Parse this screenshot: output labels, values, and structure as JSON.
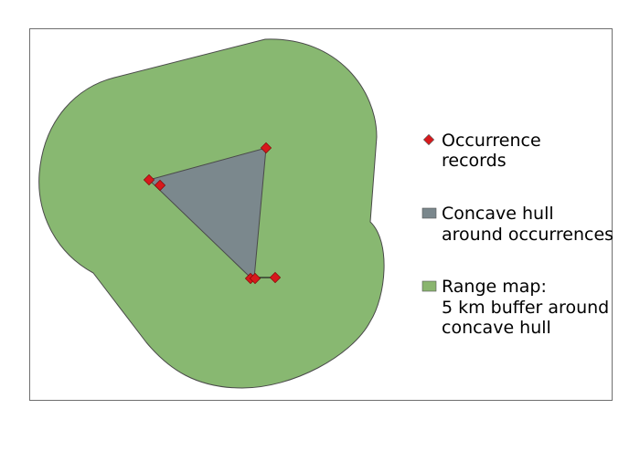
{
  "legend": {
    "items": [
      {
        "key": "occurrence",
        "lines": [
          "Occurrence",
          "records"
        ],
        "symbol": "diamond",
        "color": "#d7191c"
      },
      {
        "key": "hull",
        "lines": [
          "Concave hull",
          "around occurrences"
        ],
        "symbol": "rect",
        "color": "#7a878c"
      },
      {
        "key": "range",
        "lines": [
          "Range map:",
          "5 km buffer around",
          "concave hull"
        ],
        "symbol": "rect",
        "color": "#8ab56f"
      }
    ]
  },
  "colors": {
    "buffer_fill": "#88b871",
    "hull_fill": "#7b888d",
    "outline": "#4a4a4a",
    "occurrence_fill": "#d7191c",
    "frame": "#6f6f6f"
  }
}
